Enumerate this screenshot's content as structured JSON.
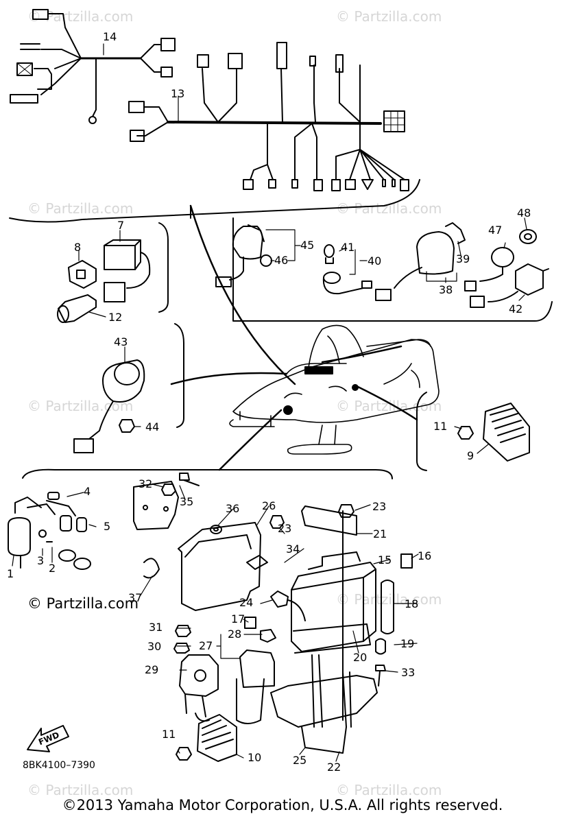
{
  "callouts": [
    "1",
    "2",
    "3",
    "4",
    "5",
    "7",
    "8",
    "9",
    "10",
    "11",
    "12",
    "13",
    "14",
    "15",
    "16",
    "17",
    "18",
    "19",
    "20",
    "21",
    "22",
    "23",
    "24",
    "25",
    "26",
    "27",
    "28",
    "29",
    "30",
    "31",
    "32",
    "33",
    "34",
    "35",
    "36",
    "37",
    "38",
    "39",
    "40",
    "41",
    "42",
    "43",
    "44",
    "45",
    "46",
    "47",
    "48"
  ],
  "watermark": "© Partzilla.com",
  "brand_mark": "© Partzilla.com",
  "direction_arrow": "FWD",
  "diagram_code": "8BK4100–7390",
  "copyright": "©2013 Yamaha Motor Corporation, U.S.A. All rights reserved."
}
